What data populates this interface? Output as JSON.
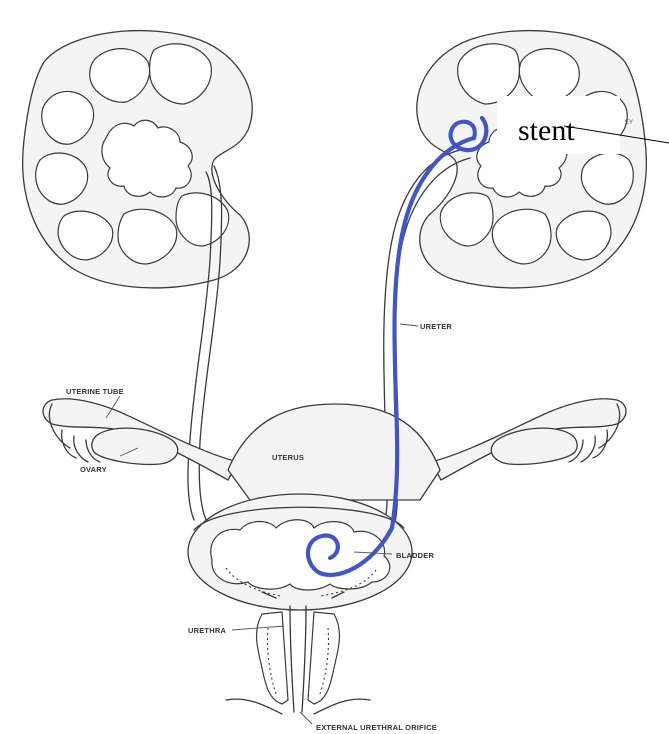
{
  "diagram": {
    "stent_label": "stent",
    "corner_fragment": "EY",
    "labels": {
      "ureter": "URETER",
      "uterine_tube": "UTERINE TUBE",
      "ovary": "OVARY",
      "uterus": "UTERUS",
      "bladder": "BLADDER",
      "urethra": "URETHRA",
      "external_urethral_orifice": "EXTERNAL URETHRAL ORIFICE"
    },
    "colors": {
      "stent": "#3f56c8",
      "outline": "#3a3a3a",
      "tissue_fill": "#f4f4f4"
    }
  }
}
